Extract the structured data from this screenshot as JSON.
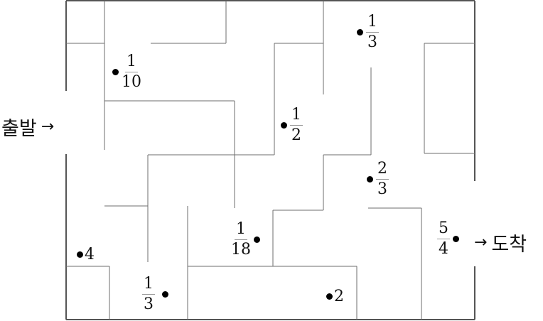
{
  "title": "Maze with weighted checkpoints",
  "start": {
    "label": "출발",
    "arrow": "→"
  },
  "finish": {
    "label": "도착",
    "arrow": "→"
  },
  "checkpoints": [
    {
      "id": "p1",
      "type": "fraction",
      "num": "1",
      "den": "10",
      "dot_side": "left"
    },
    {
      "id": "p2",
      "type": "fraction",
      "num": "1",
      "den": "3",
      "dot_side": "left"
    },
    {
      "id": "p3",
      "type": "fraction",
      "num": "1",
      "den": "2",
      "dot_side": "left"
    },
    {
      "id": "p4",
      "type": "fraction",
      "num": "2",
      "den": "3",
      "dot_side": "left"
    },
    {
      "id": "p5",
      "type": "fraction",
      "num": "1",
      "den": "18",
      "dot_side": "right"
    },
    {
      "id": "p6",
      "type": "integer",
      "value": "4",
      "dot_side": "left"
    },
    {
      "id": "p7",
      "type": "fraction",
      "num": "1",
      "den": "3",
      "dot_side": "right"
    },
    {
      "id": "p8",
      "type": "integer",
      "value": "2",
      "dot_side": "left"
    },
    {
      "id": "p9",
      "type": "fraction",
      "num": "5",
      "den": "4",
      "dot_side": "right"
    }
  ]
}
